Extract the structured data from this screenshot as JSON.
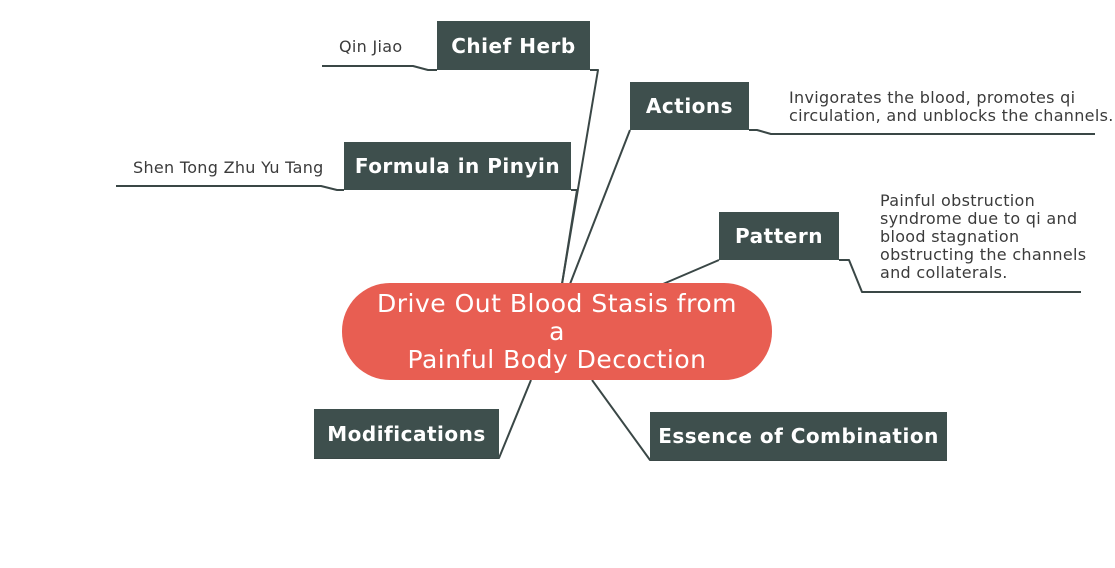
{
  "central": {
    "line1": "Drive Out Blood Stasis from a",
    "line2": "Painful Body Decoction"
  },
  "branches": {
    "chief_herb": {
      "label": "Chief Herb",
      "detail": "Qin Jiao"
    },
    "formula_pinyin": {
      "label": "Formula in Pinyin",
      "detail": "Shen Tong Zhu Yu Tang"
    },
    "actions": {
      "label": "Actions",
      "detail_lines": [
        "Invigorates the blood, promotes qi",
        "circulation, and unblocks the channels."
      ]
    },
    "pattern": {
      "label": "Pattern",
      "detail_lines": [
        "Painful obstruction",
        "syndrome due to qi and",
        "blood stagnation",
        "obstructing the channels",
        "and collaterals."
      ]
    },
    "modifications": {
      "label": "Modifications"
    },
    "essence": {
      "label": "Essence of Combination"
    }
  },
  "colors": {
    "central_fill": "#e85e52",
    "node_fill": "#3e4f4d",
    "connector": "#3a4746",
    "leaf_text": "#3b3b3b"
  }
}
